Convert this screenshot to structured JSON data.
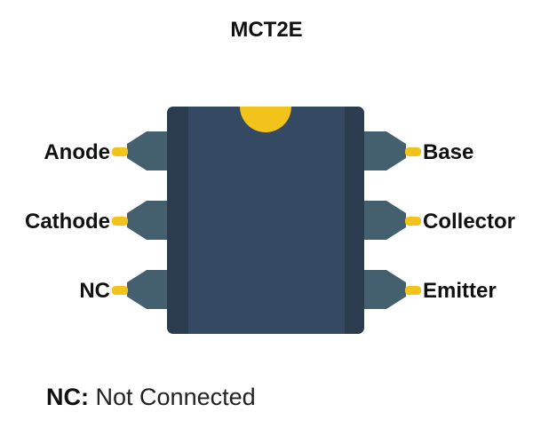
{
  "title": "MCT2E",
  "pins_left": [
    {
      "label": "Anode"
    },
    {
      "label": "Cathode"
    },
    {
      "label": "NC"
    }
  ],
  "pins_right": [
    {
      "label": "Base"
    },
    {
      "label": "Collector"
    },
    {
      "label": "Emitter"
    }
  ],
  "legend": {
    "term": "NC:",
    "definition": "Not Connected"
  },
  "colors": {
    "body": "#354a62",
    "body_edge": "#2c3c4f",
    "lead": "#44606f",
    "pin_tip": "#f2c31a",
    "notch": "#f2c31a"
  }
}
